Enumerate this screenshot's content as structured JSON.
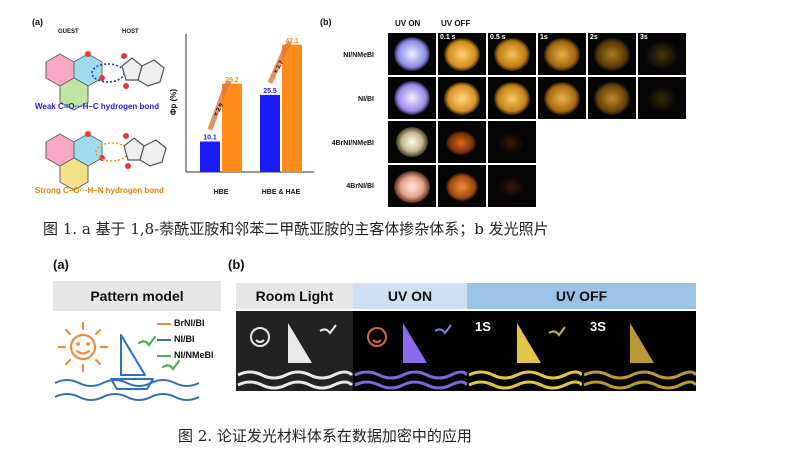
{
  "fig1": {
    "panel_a_label": "(a)",
    "guest_label": "GUEST",
    "host_label": "HOST",
    "weak_bond": "Weak C=O···H–C hydrogen bond",
    "strong_bond": "Strong C–O···H–N hydrogen bond",
    "panel_b_label": "(b)",
    "uv_on": "UV ON",
    "uv_off": "UV OFF",
    "times": [
      "0.1 s",
      "0.5 s",
      "1s",
      "2s",
      "3s"
    ],
    "rows": [
      "NI/NMeBI",
      "NI/BI",
      "4BrNI/NMeBI",
      "4BrNI/BI"
    ],
    "caption": "图 1. a 基于 1,8-萘酰亚胺和邻苯二甲酰亚胺的主客体掺杂体系；b 发光照片"
  },
  "chart_data": {
    "type": "bar",
    "ylabel": "Φp (%)",
    "categories": [
      "HBE",
      "HBE & HAE"
    ],
    "series": [
      {
        "values": [
          10.1,
          25.5
        ],
        "color": "#1a1aff"
      },
      {
        "values": [
          29.2,
          42.1
        ],
        "color": "#ff8c1a"
      }
    ],
    "ylim": [
      0,
      45
    ],
    "data_labels": [
      "10.1",
      "29.2",
      "25.5",
      "42.1"
    ],
    "annotations": [
      "× 2.9",
      "× 1.7"
    ]
  },
  "fig2": {
    "panel_a_label": "(a)",
    "panel_b_label": "(b)",
    "pattern_model": "Pattern model",
    "legend": [
      "BrNI/BI",
      "NI/BI",
      "NI/NMeBI"
    ],
    "legend_colors": [
      "#f08a3c",
      "#2f6fc0",
      "#4caf50"
    ],
    "headers": [
      "Room Light",
      "UV ON",
      "UV OFF"
    ],
    "panel_labels": [
      "1S",
      "3S"
    ],
    "caption": "图 2. 论证发光材料体系在数据加密中的应用"
  }
}
